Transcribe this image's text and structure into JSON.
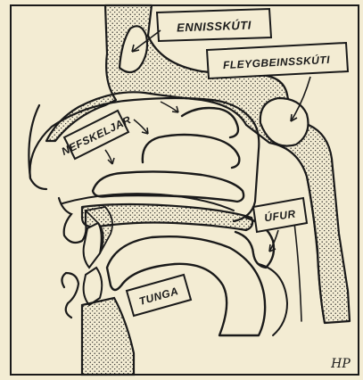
{
  "diagram": {
    "background_color": "#f3ecd3",
    "ink_color": "#1a1a1a",
    "labels": {
      "frontal_sinus": "ENNISSKÚTI",
      "sphenoid_sinus": "FLEYGBEINSSKÚTI",
      "nasal_conchae": "NEFSKELJAR",
      "uvula": "ÚFUR",
      "tongue": "TUNGA"
    },
    "signature": "HP"
  }
}
